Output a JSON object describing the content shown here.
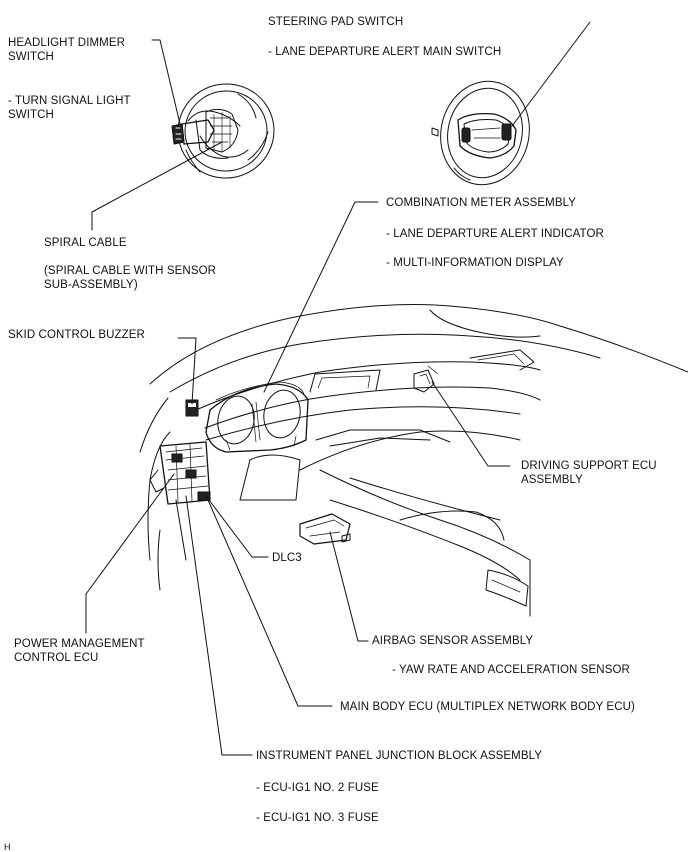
{
  "diagram": {
    "figure_id": "H",
    "labels": {
      "steering_pad_switch": "STEERING PAD SWITCH",
      "lane_departure_alert_main_switch": "- LANE DEPARTURE ALERT MAIN SWITCH",
      "headlight_dimmer_switch_1": "HEADLIGHT DIMMER",
      "headlight_dimmer_switch_2": "SWITCH",
      "turn_signal_light_switch_1": "- TURN SIGNAL LIGHT",
      "turn_signal_light_switch_2": "SWITCH",
      "combination_meter_assembly": "COMBINATION METER ASSEMBLY",
      "lane_departure_alert_indicator": "- LANE DEPARTURE ALERT INDICATOR",
      "multi_information_display": "- MULTI-INFORMATION DISPLAY",
      "spiral_cable": "SPIRAL CABLE",
      "spiral_cable_with_sensor_1": "(SPIRAL CABLE WITH SENSOR",
      "spiral_cable_with_sensor_2": "SUB-ASSEMBLY)",
      "skid_control_buzzer": "SKID CONTROL BUZZER",
      "driving_support_ecu_1": "DRIVING SUPPORT ECU",
      "driving_support_ecu_2": "ASSEMBLY",
      "dlc3": "DLC3",
      "power_management_control_ecu_1": "POWER MANAGEMENT",
      "power_management_control_ecu_2": "CONTROL ECU",
      "airbag_sensor_assembly": "AIRBAG SENSOR ASSEMBLY",
      "yaw_rate_and_acceleration_sensor": "- YAW RATE AND ACCELERATION SENSOR",
      "main_body_ecu": "MAIN BODY ECU (MULTIPLEX NETWORK BODY ECU)",
      "instrument_panel_junction_block": "INSTRUMENT PANEL JUNCTION BLOCK ASSEMBLY",
      "ecu_ig1_no2_fuse": "- ECU-IG1 NO. 2 FUSE",
      "ecu_ig1_no3_fuse": "- ECU-IG1 NO. 3 FUSE"
    }
  }
}
